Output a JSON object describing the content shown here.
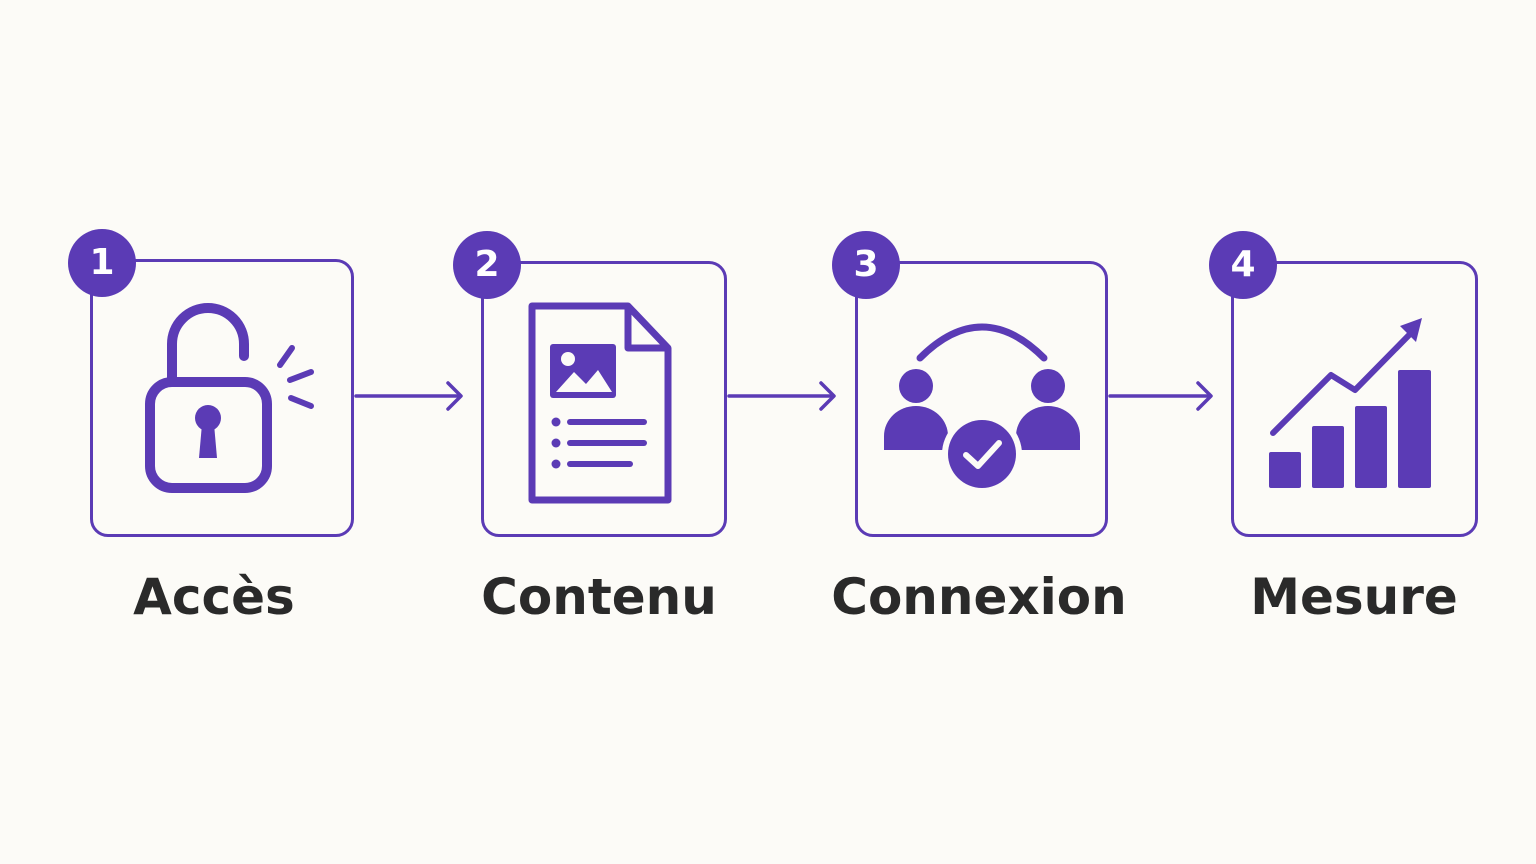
{
  "colors": {
    "accent": "#5b3bb5",
    "background": "#fcfbf7",
    "label": "#2a2a2a"
  },
  "steps": [
    {
      "number": "1",
      "label": "Accès",
      "icon": "unlocked-padlock-icon"
    },
    {
      "number": "2",
      "label": "Contenu",
      "icon": "document-image-list-icon"
    },
    {
      "number": "3",
      "label": "Connexion",
      "icon": "people-connection-check-icon"
    },
    {
      "number": "4",
      "label": "Mesure",
      "icon": "bar-chart-growth-arrow-icon"
    }
  ],
  "connectors": [
    {
      "from": "1",
      "to": "2",
      "icon": "arrow-right-icon"
    },
    {
      "from": "2",
      "to": "3",
      "icon": "arrow-right-icon"
    },
    {
      "from": "3",
      "to": "4",
      "icon": "arrow-right-icon"
    }
  ]
}
